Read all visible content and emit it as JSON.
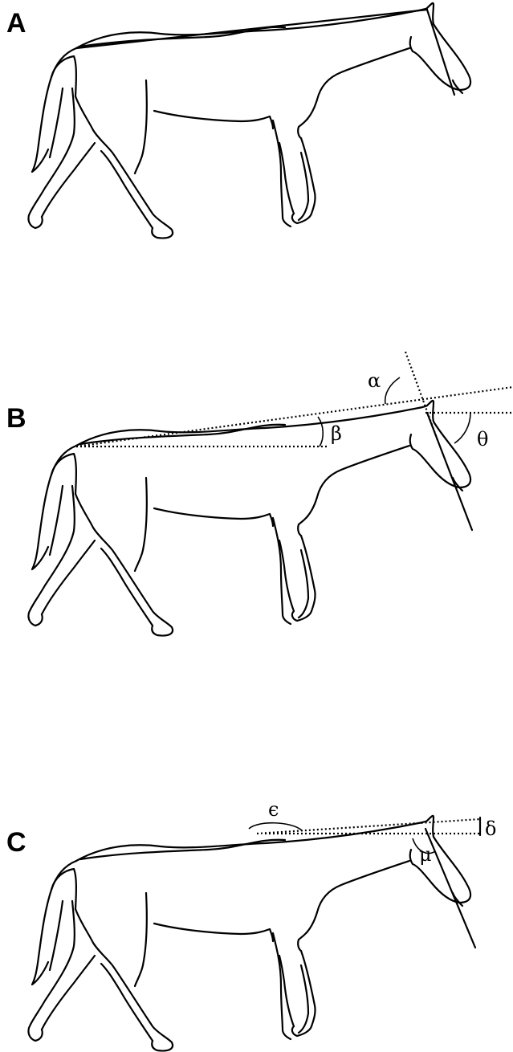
{
  "panels": [
    {
      "label": "A",
      "angle_labels": []
    },
    {
      "label": "B",
      "angle_labels": [
        "α",
        "β",
        "θ"
      ]
    },
    {
      "label": "C",
      "angle_labels": [
        "ϵ",
        "δ",
        "μ"
      ]
    }
  ]
}
